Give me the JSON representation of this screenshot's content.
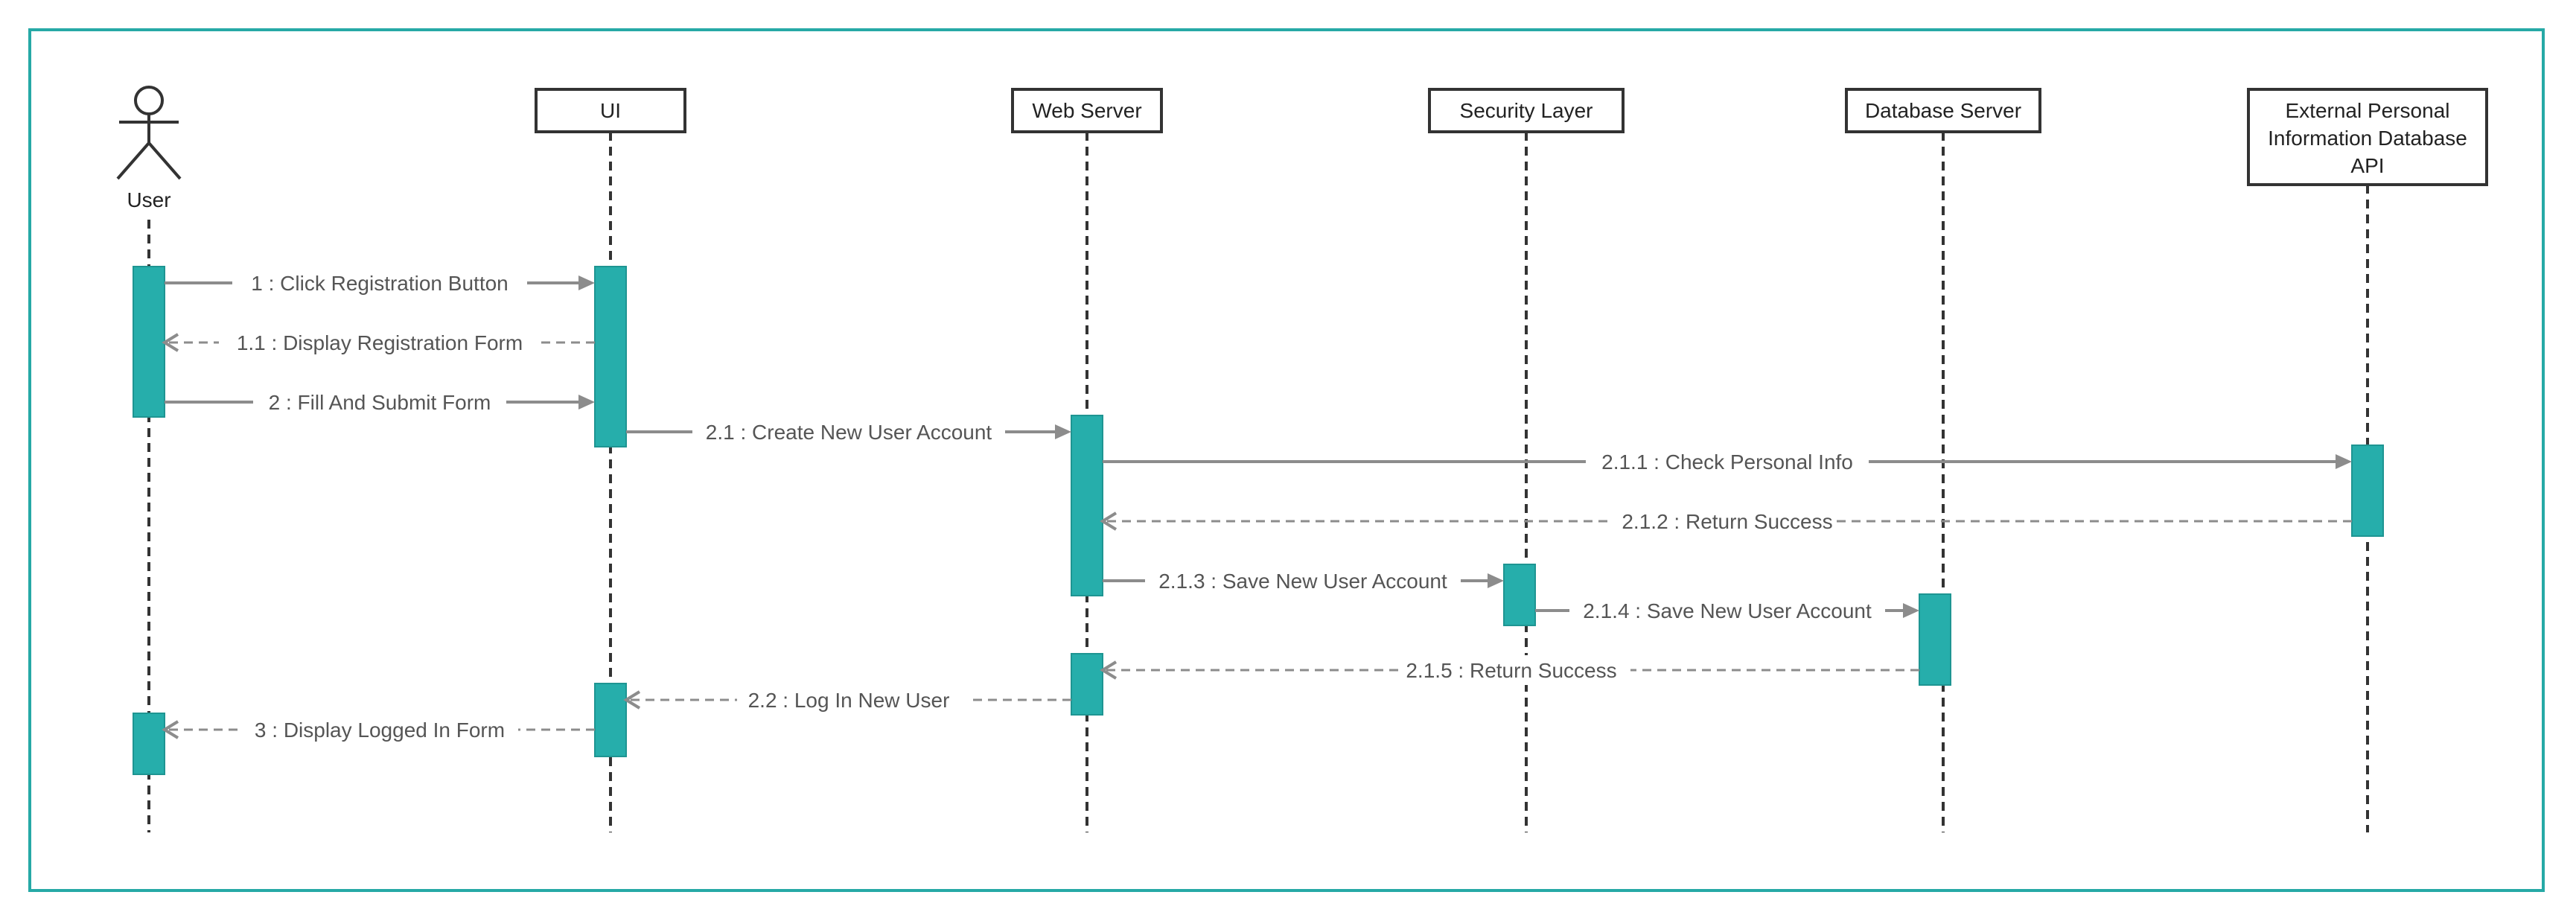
{
  "colors": {
    "frame": "#26a9a6",
    "activation": "#26aeab",
    "line": "#333333",
    "message": "#8c8c8c",
    "label": "#555555"
  },
  "actor": {
    "name": "User"
  },
  "participants": [
    {
      "id": "ui",
      "lines": [
        "UI"
      ]
    },
    {
      "id": "web",
      "lines": [
        "Web Server"
      ]
    },
    {
      "id": "sec",
      "lines": [
        "Security Layer"
      ]
    },
    {
      "id": "db",
      "lines": [
        "Database Server"
      ]
    },
    {
      "id": "ext",
      "lines": [
        "External Personal",
        "Information Database",
        "API"
      ]
    }
  ],
  "messages": [
    {
      "label": "1 : Click Registration Button",
      "type": "sync"
    },
    {
      "label": "1.1 : Display Registration Form",
      "type": "return"
    },
    {
      "label": "2 : Fill And Submit Form",
      "type": "sync"
    },
    {
      "label": "2.1 : Create New User Account",
      "type": "sync"
    },
    {
      "label": "2.1.1 : Check Personal Info",
      "type": "sync"
    },
    {
      "label": "2.1.2 : Return Success",
      "type": "return"
    },
    {
      "label": "2.1.3 : Save New User Account",
      "type": "sync"
    },
    {
      "label": "2.1.4 : Save New User Account",
      "type": "sync"
    },
    {
      "label": "2.1.5 : Return Success",
      "type": "return"
    },
    {
      "label": "2.2 : Log In New User",
      "type": "return"
    },
    {
      "label": "3 : Display Logged In Form",
      "type": "return"
    }
  ]
}
